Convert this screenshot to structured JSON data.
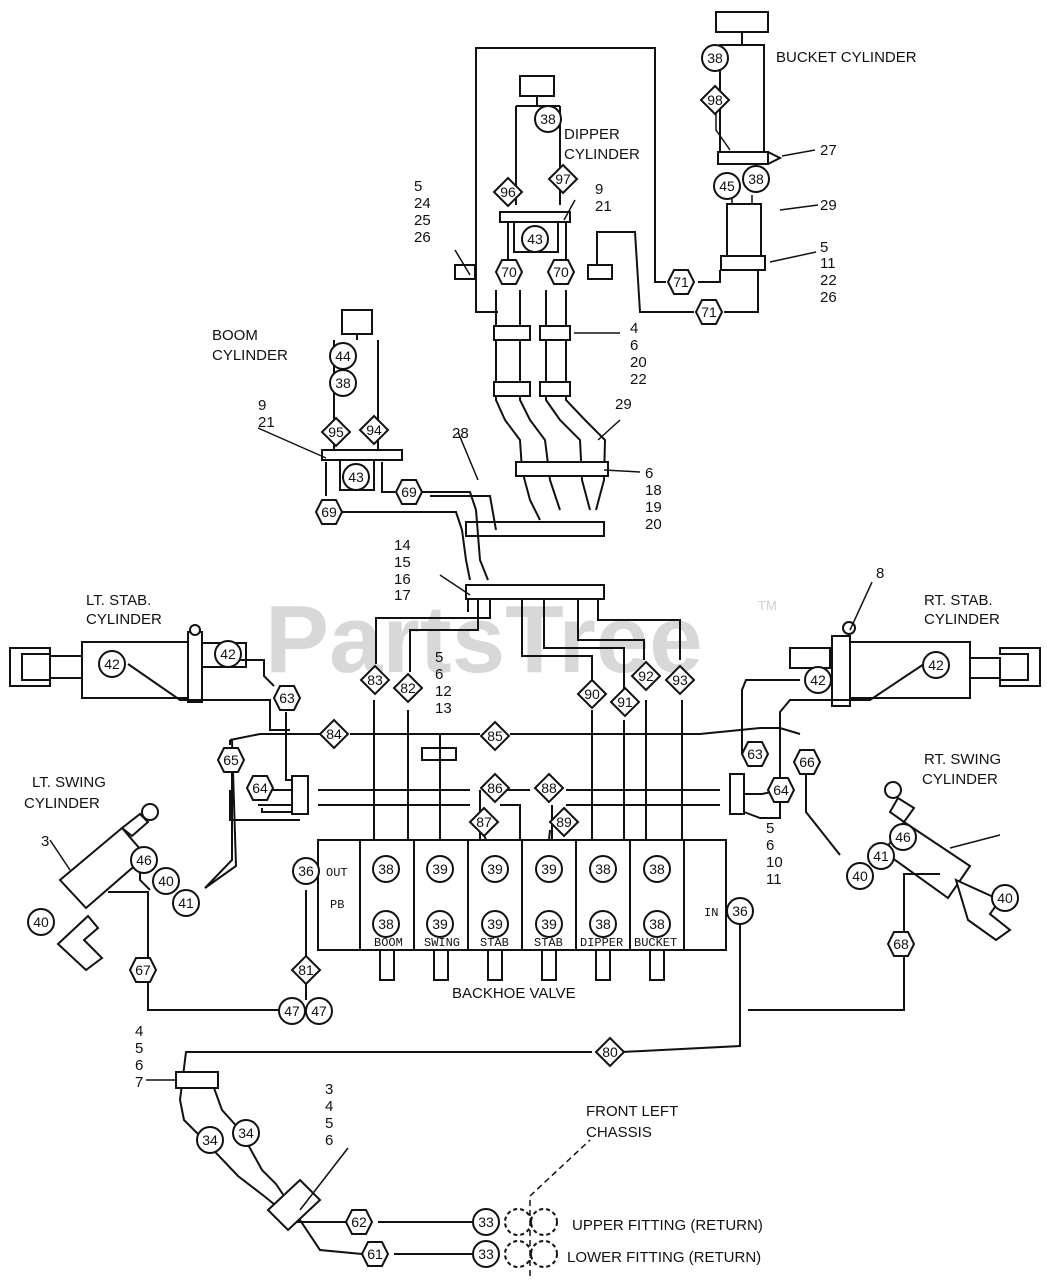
{
  "labels": {
    "bucket_cylinder": "BUCKET CYLINDER",
    "dipper_cylinder_1": "DIPPER",
    "dipper_cylinder_2": "CYLINDER",
    "boom_cylinder_1": "BOOM",
    "boom_cylinder_2": "CYLINDER",
    "lt_stab_1": "LT. STAB.",
    "lt_stab_2": "CYLINDER",
    "rt_stab_1": "RT. STAB.",
    "rt_stab_2": "CYLINDER",
    "lt_swing_1": "LT. SWING",
    "lt_swing_2": "CYLINDER",
    "rt_swing_1": "RT. SWING",
    "rt_swing_2": "CYLINDER",
    "backhoe_valve": "BACKHOE VALVE",
    "front_left_1": "FRONT LEFT",
    "front_left_2": "CHASSIS",
    "upper_fitting": "UPPER FITTING (RETURN)",
    "lower_fitting": "LOWER FITTING (RETURN)"
  },
  "valve": {
    "out": "OUT",
    "pb": "PB",
    "in": "IN",
    "sections": [
      "BOOM",
      "SWING",
      "STAB",
      "STAB",
      "DIPPER",
      "BUCKET"
    ]
  },
  "callouts": {
    "bucket_stack": [
      "5",
      "11",
      "22",
      "26"
    ],
    "dipper_stack_left": [
      "5",
      "24",
      "25",
      "26"
    ],
    "dipper_9_21": [
      "9",
      "21"
    ],
    "boom_9_21": [
      "9",
      "21"
    ],
    "clamp_4_6_20_22": [
      "4",
      "6",
      "20",
      "22"
    ],
    "clamp_6_18_19_20": [
      "6",
      "18",
      "19",
      "20"
    ],
    "manifold_14_17": [
      "14",
      "15",
      "16",
      "17"
    ],
    "center_5_6_12_13": [
      "5",
      "6",
      "12",
      "13"
    ],
    "rt_5_6_10_11": [
      "5",
      "6",
      "10",
      "11"
    ],
    "bottom_4_7": [
      "4",
      "5",
      "6",
      "7"
    ],
    "bottom_3_6": [
      "3",
      "4",
      "5",
      "6"
    ],
    "lone_27": "27",
    "lone_29a": "29",
    "lone_29b": "29",
    "lone_28": "28",
    "lone_8": "8",
    "lone_3": "3"
  },
  "parts": {
    "p38_bucket_top": "38",
    "p98": "98",
    "p45": "45",
    "p38_bucket_b": "38",
    "p71_a": "71",
    "p71_b": "71",
    "p38_dipper": "38",
    "p96": "96",
    "p97": "97",
    "p43_dipper": "43",
    "p70_a": "70",
    "p70_b": "70",
    "p44": "44",
    "p38_boom": "38",
    "p95": "95",
    "p94": "94",
    "p43_boom": "43",
    "p69_a": "69",
    "p69_b": "69",
    "p42_lt_a": "42",
    "p42_lt_b": "42",
    "p63_lt": "63",
    "p65": "65",
    "p64_lt": "64",
    "p83": "83",
    "p82": "82",
    "p84": "84",
    "p85": "85",
    "p86": "86",
    "p87": "87",
    "p88": "88",
    "p89": "89",
    "p90": "90",
    "p91": "91",
    "p92": "92",
    "p93": "93",
    "p42_rt_a": "42",
    "p42_rt_b": "42",
    "p63_rt": "63",
    "p66": "66",
    "p64_rt": "64",
    "p46_lt": "46",
    "p40_lt_a": "40",
    "p41_lt": "41",
    "p40_lt_b": "40",
    "p46_rt": "46",
    "p41_rt": "41",
    "p40_rt_a": "40",
    "p40_rt_b": "40",
    "p36_out": "36",
    "p36_in": "36",
    "v38_1": "38",
    "v39_1": "39",
    "v39_2": "39",
    "v39_3": "39",
    "v38_2": "38",
    "v38_3": "38",
    "v38_4": "38",
    "v39_4": "39",
    "v39_5": "39",
    "v39_6": "39",
    "v38_5": "38",
    "v38_6": "38",
    "p81": "81",
    "p67": "67",
    "p68": "68",
    "p47_a": "47",
    "p47_b": "47",
    "p80": "80",
    "p34_a": "34",
    "p34_b": "34",
    "p62": "62",
    "p61": "61",
    "p33_a": "33",
    "p33_b": "33"
  },
  "watermark": {
    "text": "PartsTree",
    "tm": "TM"
  }
}
